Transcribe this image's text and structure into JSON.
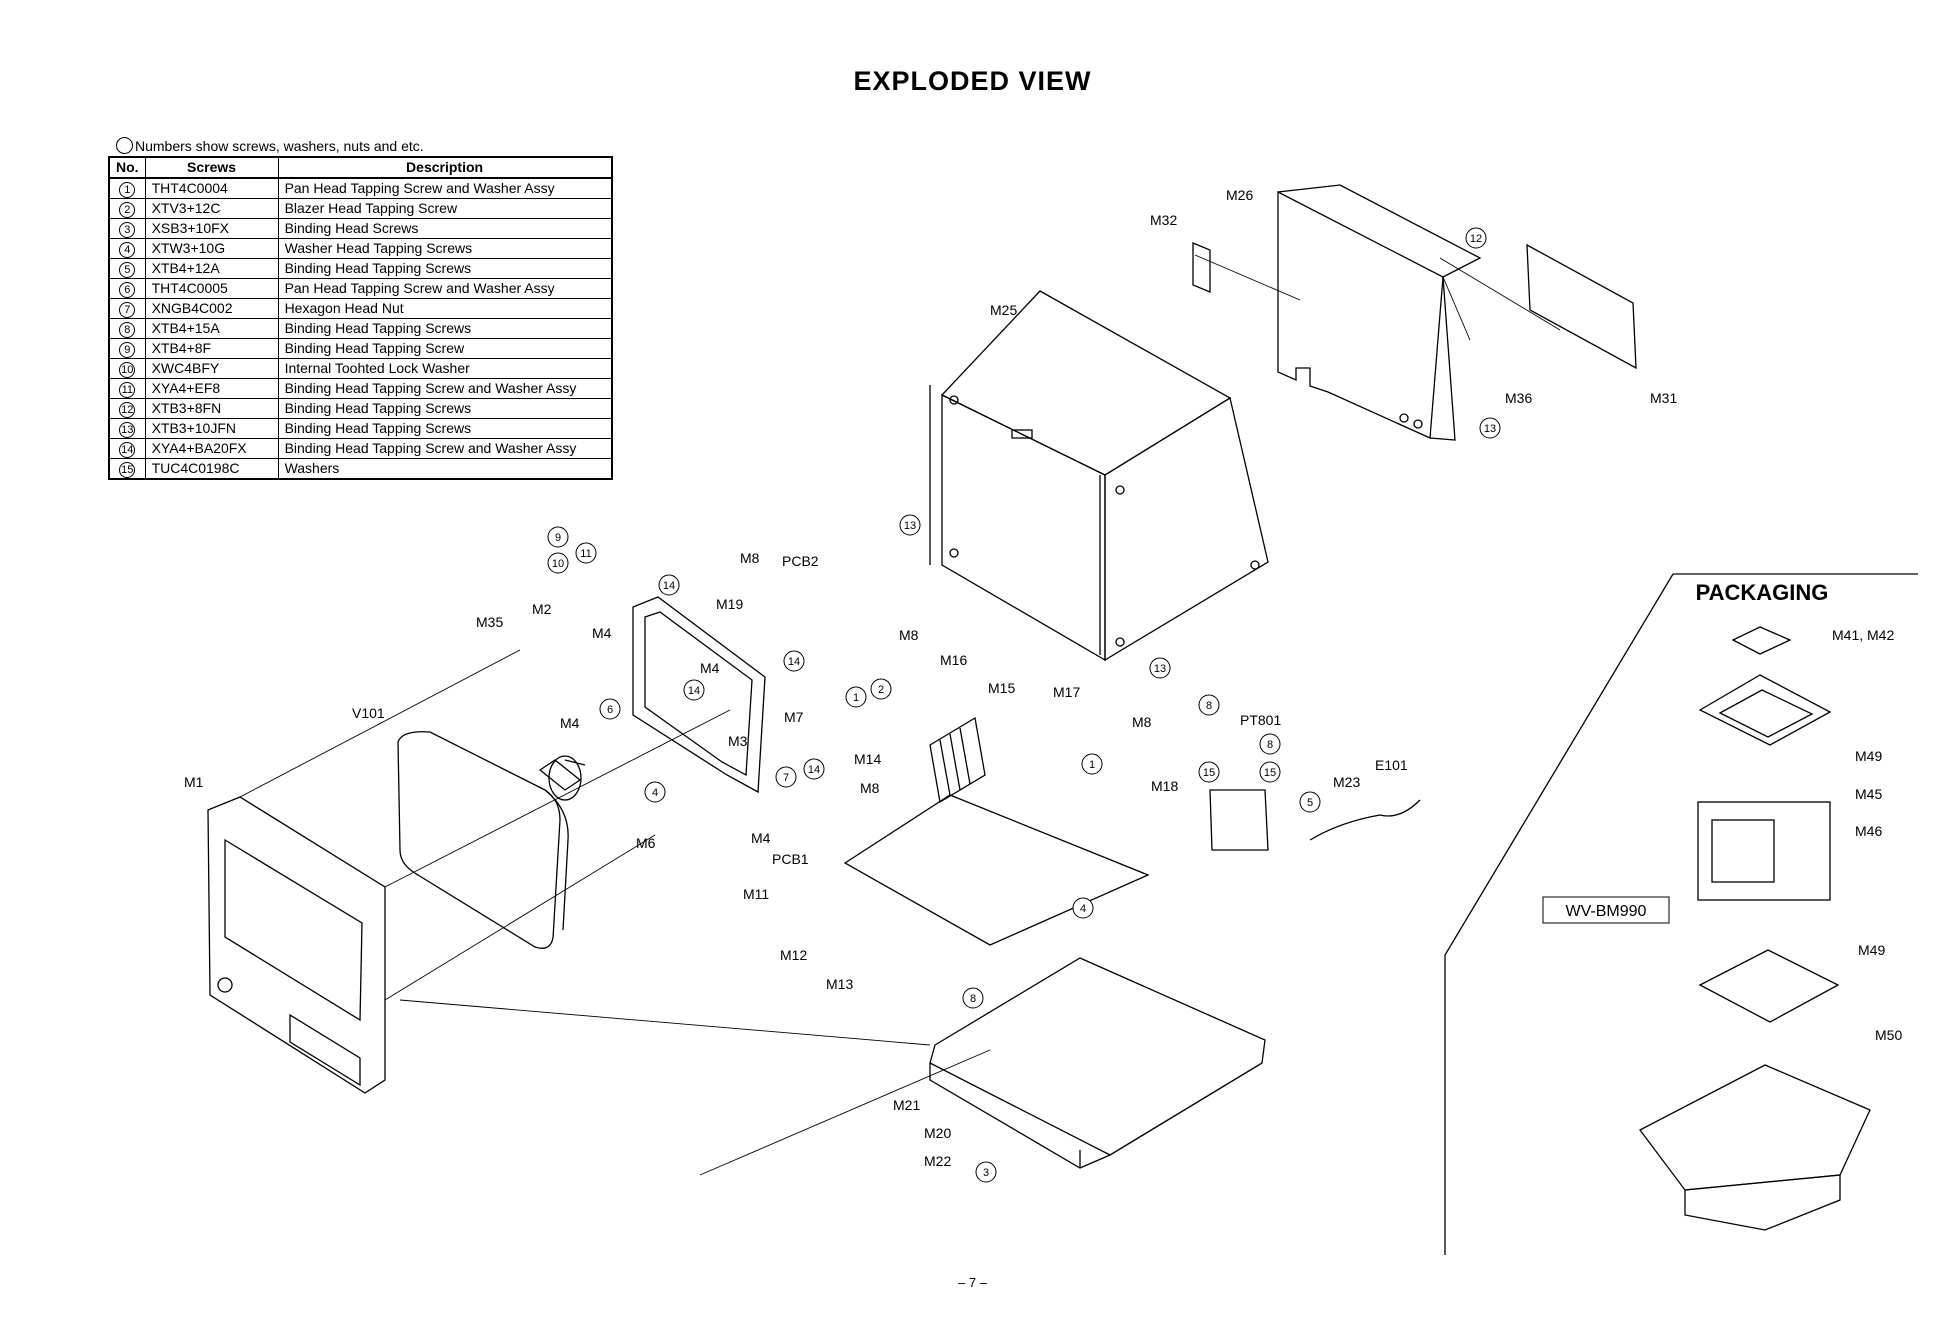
{
  "title": "EXPLODED  VIEW",
  "note": "Numbers show screws, washers, nuts and etc.",
  "table": {
    "headers": [
      "No.",
      "Screws",
      "Description"
    ],
    "rows": [
      {
        "no": "1",
        "screw": "THT4C0004",
        "desc": "Pan Head Tapping Screw and Washer Assy"
      },
      {
        "no": "2",
        "screw": "XTV3+12C",
        "desc": "Blazer Head Tapping Screw"
      },
      {
        "no": "3",
        "screw": "XSB3+10FX",
        "desc": "Binding Head Screws"
      },
      {
        "no": "4",
        "screw": "XTW3+10G",
        "desc": "Washer Head Tapping Screws"
      },
      {
        "no": "5",
        "screw": "XTB4+12A",
        "desc": "Binding Head Tapping Screws"
      },
      {
        "no": "6",
        "screw": "THT4C0005",
        "desc": "Pan Head Tapping Screw and Washer Assy"
      },
      {
        "no": "7",
        "screw": "XNGB4C002",
        "desc": "Hexagon Head Nut"
      },
      {
        "no": "8",
        "screw": "XTB4+15A",
        "desc": "Binding Head Tapping Screws"
      },
      {
        "no": "9",
        "screw": "XTB4+8F",
        "desc": "Binding Head Tapping Screw"
      },
      {
        "no": "10",
        "screw": "XWC4BFY",
        "desc": "Internal Toohted Lock Washer"
      },
      {
        "no": "11",
        "screw": "XYA4+EF8",
        "desc": "Binding Head Tapping Screw and Washer Assy"
      },
      {
        "no": "12",
        "screw": "XTB3+8FN",
        "desc": "Binding Head Tapping Screws"
      },
      {
        "no": "13",
        "screw": "XTB3+10JFN",
        "desc": "Binding Head Tapping Screws"
      },
      {
        "no": "14",
        "screw": "XYA4+BA20FX",
        "desc": "Binding Head Tapping Screw and Washer Assy"
      },
      {
        "no": "15",
        "screw": "TUC4C0198C",
        "desc": "Washers"
      }
    ]
  },
  "packaging": {
    "title": "PACKAGING",
    "model": "WV-BM990",
    "labels": [
      "M41, M42",
      "M49",
      "M45",
      "M46",
      "M49",
      "M50"
    ]
  },
  "part_labels": {
    "M26": "M26",
    "M32": "M32",
    "M25": "M25",
    "M36": "M36",
    "M31": "M31",
    "M8a": "M8",
    "PCB2": "PCB2",
    "M8b": "M8",
    "M16": "M16",
    "M15": "M15",
    "M17": "M17",
    "M8c": "M8",
    "M35": "M35",
    "M2": "M2",
    "M4a": "M4",
    "M19": "M19",
    "M4b": "M4",
    "M3": "M3",
    "M7": "M7",
    "M4c": "M4",
    "M4d": "M4",
    "V101": "V101",
    "M1": "M1",
    "M6": "M6",
    "M14": "M14",
    "M8d": "M8",
    "PCB1": "PCB1",
    "M11": "M11",
    "M12": "M12",
    "M13": "M13",
    "M18": "M18",
    "PT801": "PT801",
    "M23": "M23",
    "E101": "E101",
    "M21": "M21",
    "M20": "M20",
    "M22": "M22"
  },
  "callouts": [
    "12",
    "13",
    "13",
    "13",
    "9",
    "10",
    "11",
    "14",
    "14",
    "14",
    "14",
    "6",
    "7",
    "4",
    "1",
    "2",
    "1",
    "8",
    "15",
    "8",
    "15",
    "5",
    "4",
    "8",
    "3"
  ],
  "page_number": "– 7 –"
}
